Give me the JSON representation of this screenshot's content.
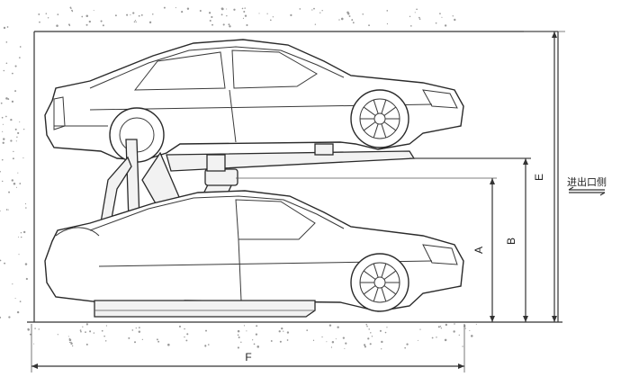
{
  "labels": {
    "e": "E",
    "b": "B",
    "a": "A",
    "f": "F",
    "side": "进出口侧"
  },
  "icons": [
    "car-upper",
    "car-lower",
    "lift-frame",
    "hydraulic-cylinder",
    "arrow-double"
  ]
}
